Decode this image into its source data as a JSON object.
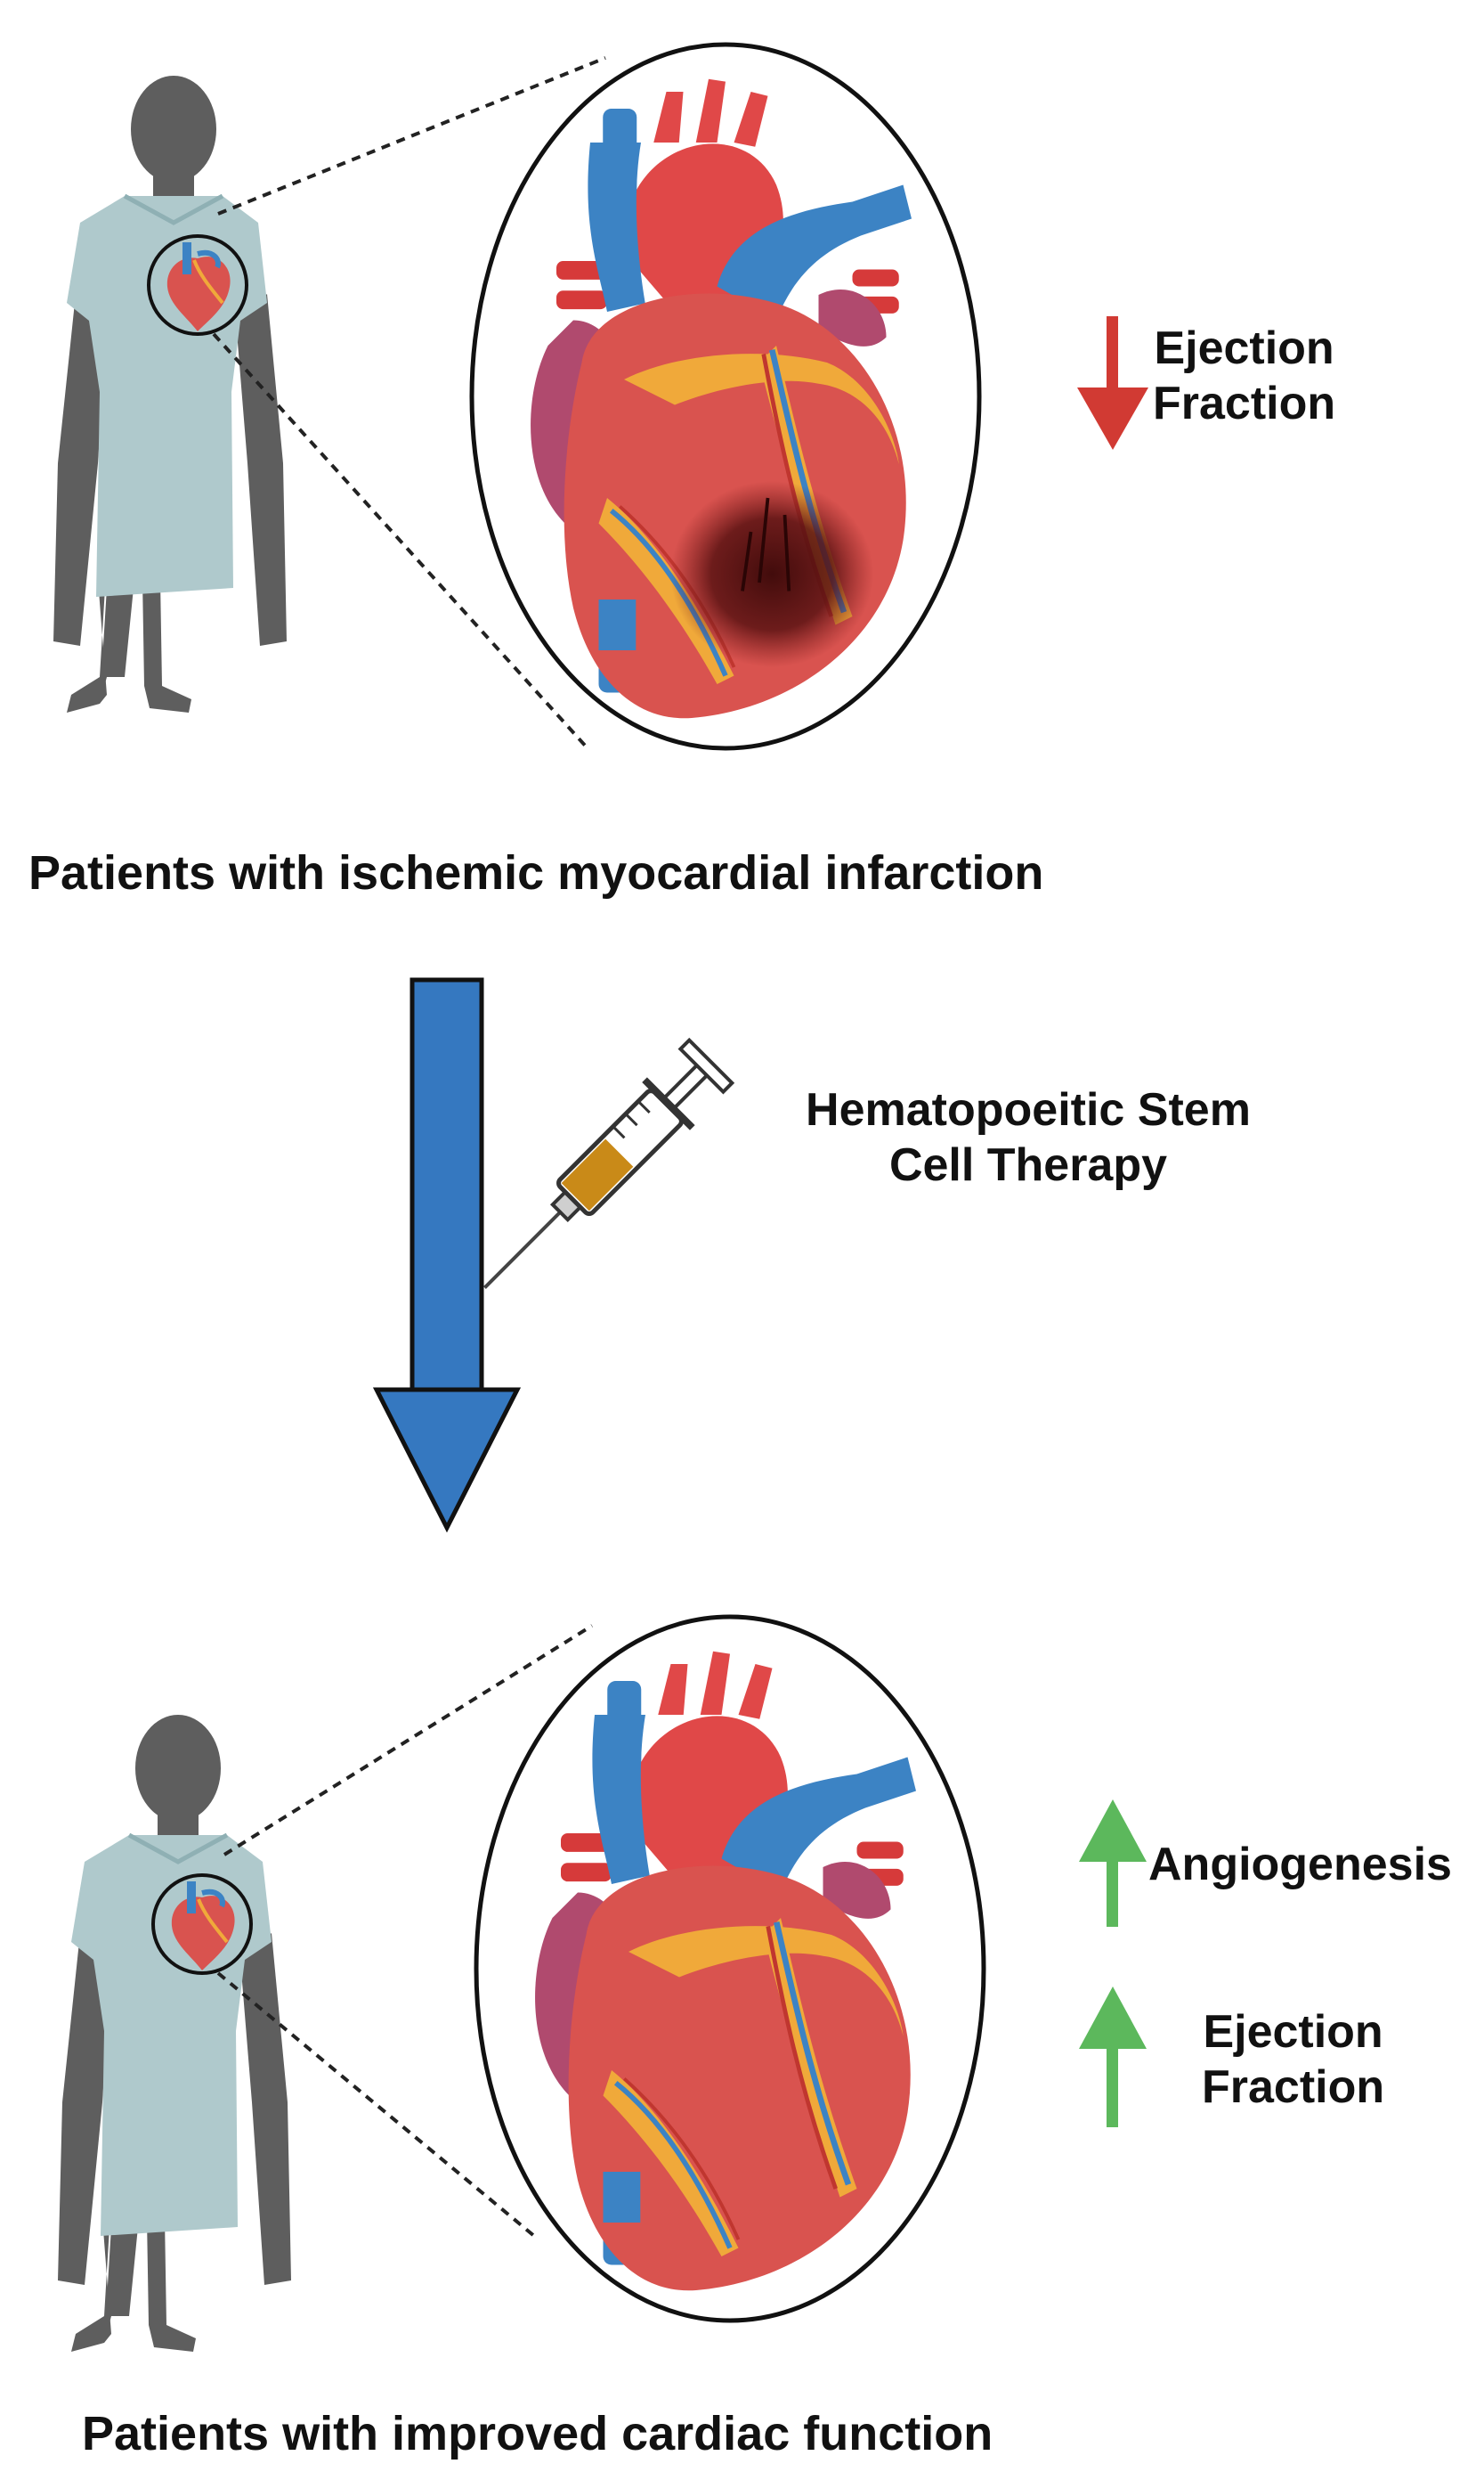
{
  "top_panel": {
    "caption": "Patients with ischemic myocardial infarction",
    "indicator": {
      "direction": "down",
      "color": "#D13A33",
      "label_line1": "Ejection",
      "label_line2": "Fraction"
    }
  },
  "treatment": {
    "label_line1": "Hematopoeitic Stem",
    "label_line2": "Cell Therapy",
    "arrow_color": "#3578C0"
  },
  "bottom_panel": {
    "caption": "Patients with improved cardiac function",
    "indicators": [
      {
        "direction": "up",
        "color": "#5CB85C",
        "label": "Angiogenesis"
      },
      {
        "direction": "up",
        "color": "#5CB85C",
        "label_line1": "Ejection",
        "label_line2": "Fraction"
      }
    ]
  },
  "colors": {
    "gown": "#AFC9CC",
    "skin": "#5E5E5E",
    "heart_red": "#D9534F",
    "artery_red": "#E04848",
    "vessel_blue": "#3C83C4",
    "fat_yellow": "#F0A93A",
    "atrium_purple": "#B04A6E",
    "infarct": "#4A0E0E"
  }
}
